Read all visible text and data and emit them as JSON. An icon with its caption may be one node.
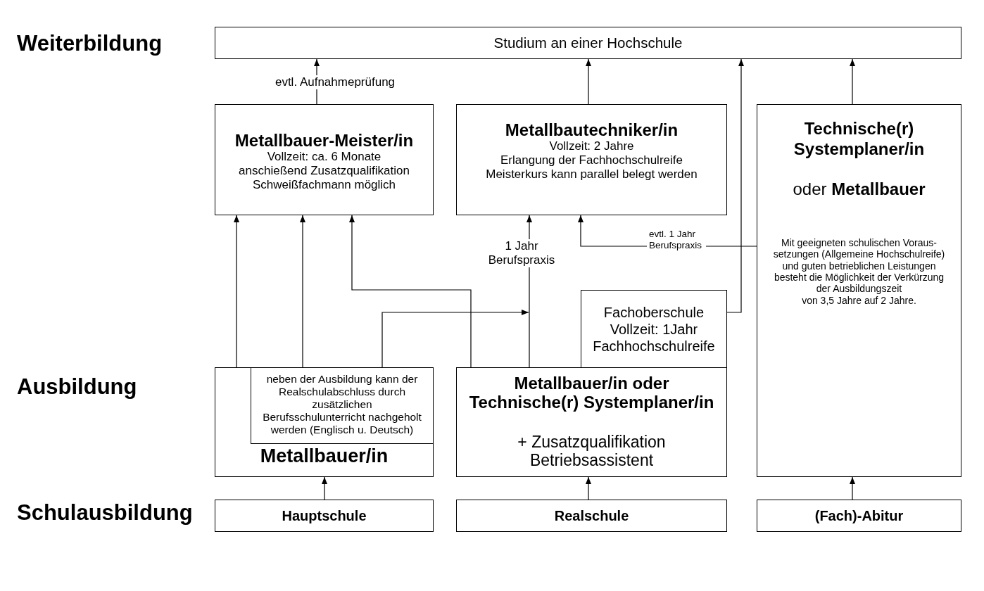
{
  "diagram": {
    "nodes": [
      {
        "text": [
          "Studium an einer Hochschule"
        ]
      },
      {
        "text": [
          "Metallbauer-Meister/in",
          "Vollzeit: ca. 6 Monate",
          "anschießend Zusatzqualifikation Schweißfachmann möglich"
        ]
      },
      {
        "text": [
          "Metallbautechniker/in",
          "Vollzeit: 2 Jahre",
          "Erlangung der Fachhochschulreife",
          "Meisterkurs kann parallel belegt werden"
        ]
      },
      {
        "text": [
          "Technische(r) Systemplaner/in",
          "oder **Metallbauer**",
          "Mit geeigneten schulischen Voraus- setzungen (Allgemeine Hochschulreife) und guten betrieblichen Leistungen besteht die Möglichkeit der Verkürzung der Ausbildungszeit",
          "von 3,5 Jahre auf 2 Jahre."
        ]
      },
      {
        "text": [
          "Fachoberschule Vollzeit: 1Jahr Fachhochschulreife"
        ]
      },
      {
        "text": [
          "Metallbauer/in"
        ]
      },
      {
        "text": [
          "neben der Ausbildung kann der Realschulabschluss durch zusätzlichen Berufsschulunterricht nachgeholt werden (Englisch u. Deutsch)"
        ],
        "in": 5
      },
      {
        "text": [
          "Metallbauer/in oder Technische(r) Systemplaner/in",
          "+ Zusatzqualifikation Betriebsassistent"
        ]
      },
      {
        "text": [
          "Hauptschule"
        ]
      },
      {
        "text": [
          "Realschule"
        ]
      },
      {
        "text": [
          "(Fach)-Abitur"
        ]
      }
    ],
    "edges": [
      {
        "from": 1,
        "to": 0,
        "arrow": "to",
        "label": "evtl. Aufnahmeprüfung"
      },
      {
        "from": 2,
        "to": 0,
        "arrow": "to"
      },
      {
        "from": 4,
        "to": 0,
        "arrow": "to"
      },
      {
        "from": 3,
        "to": 0,
        "arrow": "to"
      },
      {
        "from": 5,
        "to": 1,
        "arrow": "to"
      },
      {
        "from": 6,
        "to": 1,
        "arrow": "to"
      },
      {
        "from": 7,
        "to": 1,
        "arrow": "to"
      },
      {
        "from": 7,
        "to": 2,
        "arrow": "to",
        "label": "1 Jahr Berufspraxis"
      },
      {
        "from": 6,
        "to": 2,
        "arrow": "to"
      },
      {
        "from": 3,
        "to": 2,
        "arrow": "to",
        "label": "evtl. 1 Jahr Berufspraxis"
      },
      {
        "from": 8,
        "to": 5,
        "arrow": "to"
      },
      {
        "from": 9,
        "to": 7,
        "arrow": "to"
      },
      {
        "from": 10,
        "to": 3,
        "arrow": "to"
      }
    ],
    "labels": [
      "Weiterbildung",
      "Ausbildung",
      "Schulausbildung"
    ]
  }
}
